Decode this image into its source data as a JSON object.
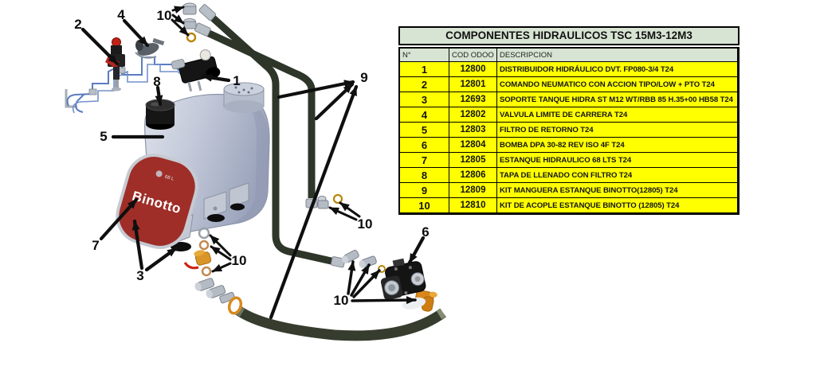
{
  "diagram": {
    "tank_brand": "Binotto",
    "tank_capacity_label": "68 L",
    "callouts": {
      "c1": "1",
      "c2": "2",
      "c3": "3",
      "c4": "4",
      "c5": "5",
      "c6": "6",
      "c7": "7",
      "c8": "8",
      "c9": "9",
      "c10a": "10",
      "c10b": "10",
      "c10c": "10",
      "c10d": "10"
    }
  },
  "table": {
    "title": "COMPONENTES HIDRAULICOS TSC 15M3-12M3",
    "columns": [
      "N°",
      "COD ODOO",
      "DESCRIPCION"
    ],
    "rows": [
      {
        "n": "1",
        "cod": "12800",
        "desc": "DISTRIBUIDOR HIDRÁULICO DVT. FP080-3/4 T24"
      },
      {
        "n": "2",
        "cod": "12801",
        "desc": "COMANDO NEUMATICO CON ACCION TIPO/LOW + PTO T24"
      },
      {
        "n": "3",
        "cod": "12693",
        "desc": "SOPORTE TANQUE HIDRA ST M12 WT/RBB 85 H.35+00 HB58 T24"
      },
      {
        "n": "4",
        "cod": "12802",
        "desc": "VALVULA LIMITE DE CARRERA T24"
      },
      {
        "n": "5",
        "cod": "12803",
        "desc": "FILTRO DE RETORNO T24"
      },
      {
        "n": "6",
        "cod": "12804",
        "desc": "BOMBA DPA 30-82 REV ISO 4F T24"
      },
      {
        "n": "7",
        "cod": "12805",
        "desc": "ESTANQUE HIDRAULICO 68 LTS T24"
      },
      {
        "n": "8",
        "cod": "12806",
        "desc": "TAPA DE LLENADO CON FILTRO T24"
      },
      {
        "n": "9",
        "cod": "12809",
        "desc": "KIT MANGUERA ESTANQUE BINOTTO(12805) T24"
      },
      {
        "n": "10",
        "cod": "12810",
        "desc": "KIT DE ACOPLE ESTANQUE BINOTTO (12805) T24"
      }
    ]
  },
  "colors": {
    "row_bg": "#ffff00",
    "header_bg": "#d8e4d3",
    "hose": "#2e3529",
    "tank_red": "#9e2e27",
    "brass_ring": "#b8860b",
    "orange_fitting": "#d9871c",
    "pneumatic_tube_blue": "#5b7cc0"
  }
}
